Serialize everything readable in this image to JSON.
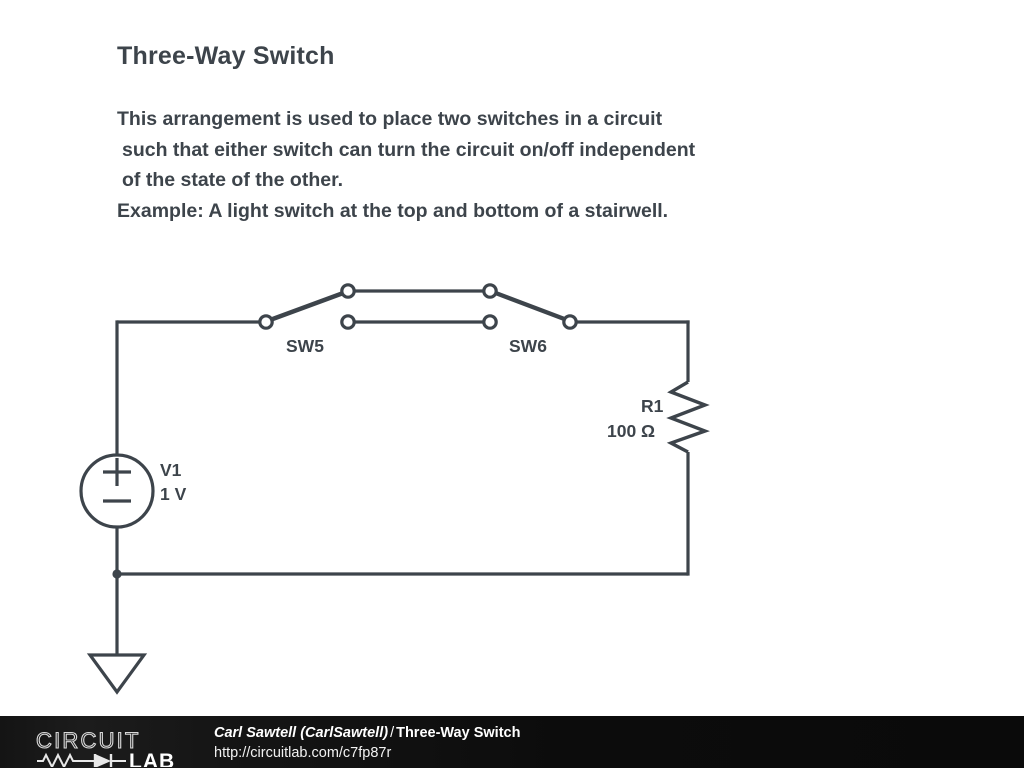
{
  "slide": {
    "title": "Three-Way Switch",
    "description_lines": [
      "This arrangement is used to place two switches in a circuit",
      "such that either switch can turn the circuit on/off independent",
      "of the state of the other.",
      "Example: A light switch at the top and bottom of a stairwell."
    ]
  },
  "schematic": {
    "line_color": "#3d444b",
    "background": "#ffffff",
    "components": {
      "source": {
        "name": "V1",
        "value": "1 V",
        "plus": "+",
        "minus": "−"
      },
      "resistor": {
        "name": "R1",
        "value": "100 Ω"
      },
      "switch_left": {
        "name": "SW5"
      },
      "switch_right": {
        "name": "SW6"
      },
      "ground": {
        "name": "ground"
      }
    }
  },
  "footer": {
    "author": "Carl Sawtell (CarlSawtell)",
    "separator": "/",
    "title": "Three-Way Switch",
    "url": "http://circuitlab.com/c7fp87r",
    "logo": {
      "word_top": "CIRCUIT",
      "word_bottom": "LAB"
    }
  }
}
